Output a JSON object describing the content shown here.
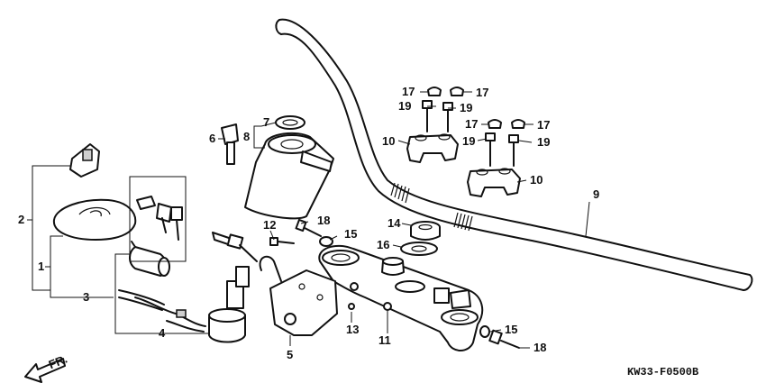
{
  "diagram": {
    "drawing_code": "KW33-F0500B",
    "direction_marker": "FR.",
    "callouts": {
      "c1": "1",
      "c2": "2",
      "c3": "3",
      "c4": "4",
      "c5": "5",
      "c6": "6",
      "c7": "7",
      "c8": "8",
      "c9": "9",
      "c10a": "10",
      "c10b": "10",
      "c11": "11",
      "c12": "12",
      "c13": "13",
      "c14": "14",
      "c15a": "15",
      "c15b": "15",
      "c16": "16",
      "c17a": "17",
      "c17b": "17",
      "c17c": "17",
      "c17d": "17",
      "c18a": "18",
      "c18b": "18",
      "c19a": "19",
      "c19b": "19",
      "c19c": "19",
      "c19d": "19"
    }
  }
}
